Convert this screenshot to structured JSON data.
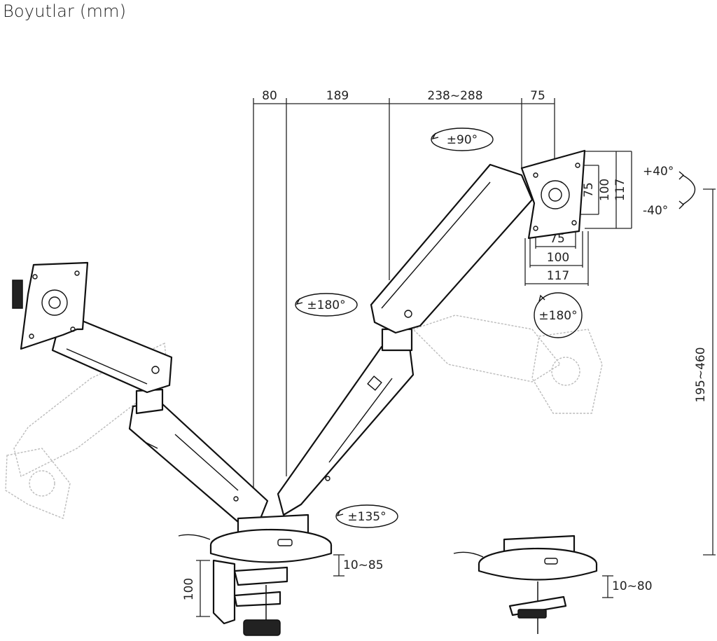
{
  "title": "Boyutlar (mm)",
  "dimensions": {
    "top": [
      "80",
      "189",
      "238~288",
      "75"
    ],
    "vesa_vertical": [
      "75",
      "100",
      "117"
    ],
    "vesa_horizontal": [
      "75",
      "100",
      "117"
    ],
    "height_range": "195~460",
    "clamp_height": "100",
    "desk_thickness_clamp": "10~85",
    "desk_thickness_grommet": "10~80"
  },
  "rotations": {
    "tilt_up": "+40°",
    "tilt_down": "-40°",
    "rotate_90": "±90°",
    "swivel_180_arm": "±180°",
    "swivel_180_head": "±180°",
    "swivel_135_base": "±135°"
  }
}
